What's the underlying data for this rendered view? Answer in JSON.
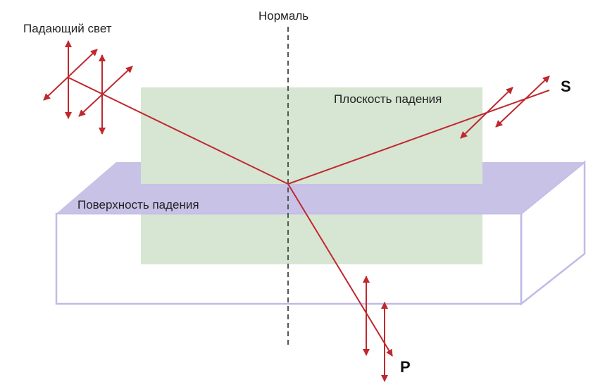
{
  "labels": {
    "normal": "Нормаль",
    "incident_light": "Падающий свет",
    "plane_of_incidence": "Плоскость падения",
    "surface_of_incidence": "Поверхность падения",
    "s_polarized": "S",
    "p_polarized": "P"
  },
  "colors": {
    "ray": "#c0282e",
    "plane_fill": "#d7e5d3",
    "surface_top": "#c7c2e6",
    "block_outline": "#bfbbe8",
    "normal_line": "#555555"
  }
}
